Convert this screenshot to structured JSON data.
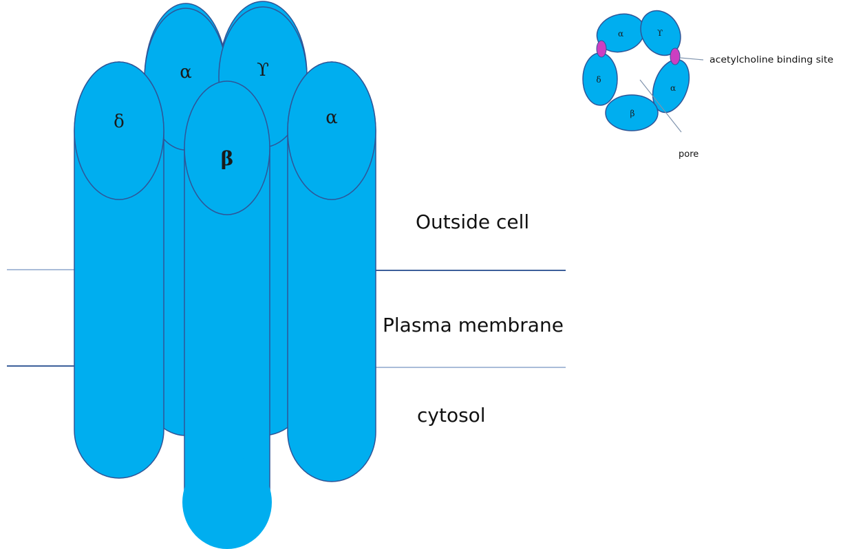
{
  "side_view": {
    "subunits": {
      "delta": "δ",
      "alpha_back": "α",
      "gamma": "ϒ",
      "beta": "β",
      "alpha_right": "α"
    },
    "regions": {
      "outside": "Outside cell",
      "membrane": "Plasma membrane",
      "cytosol": "cytosol"
    }
  },
  "top_view": {
    "subunits": {
      "alpha_top": "α",
      "gamma": "ϒ",
      "delta": "δ",
      "alpha_right": "α",
      "beta": "β"
    },
    "labels": {
      "binding_site": "acetylcholine binding site",
      "pore": "pore"
    }
  },
  "colors": {
    "subunit_fill": "#00aeef",
    "outline": "#2f5597",
    "binding_site": "#cc3fc1",
    "membrane_line": "#3c5f9a"
  }
}
